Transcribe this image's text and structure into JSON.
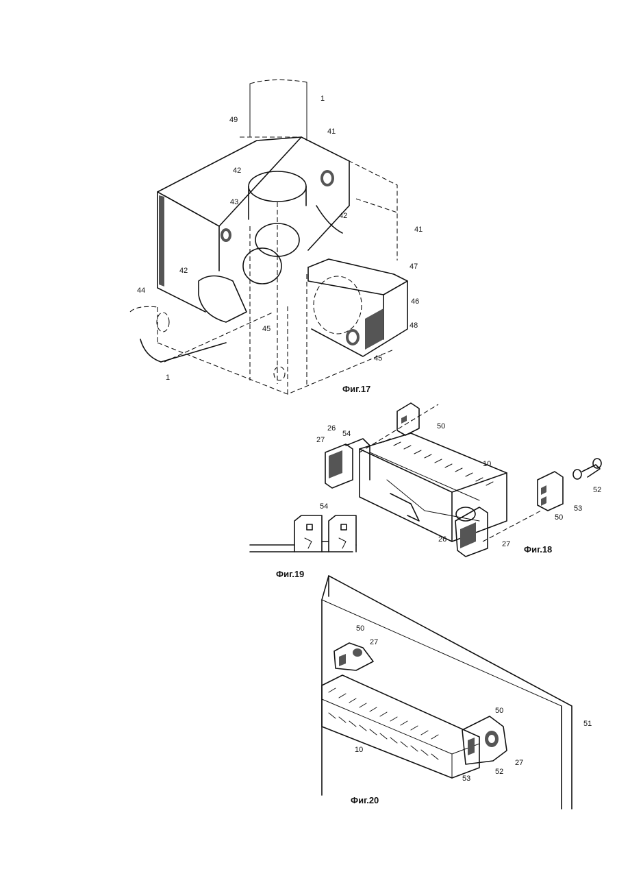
{
  "figures": [
    {
      "caption": "Фиг.17",
      "labels": [
        "1",
        "49",
        "41",
        "42",
        "43",
        "42",
        "41",
        "47",
        "46",
        "48",
        "42",
        "44",
        "45",
        "45",
        "1"
      ]
    },
    {
      "caption": "Фиг.18",
      "labels": [
        "50",
        "26",
        "54",
        "27",
        "10",
        "52",
        "53",
        "50",
        "26",
        "27"
      ]
    },
    {
      "caption": "Фиг.19",
      "labels": [
        "54"
      ]
    },
    {
      "caption": "Фиг.20",
      "labels": [
        "50",
        "27",
        "51",
        "50",
        "10",
        "53",
        "52",
        "27"
      ]
    }
  ]
}
